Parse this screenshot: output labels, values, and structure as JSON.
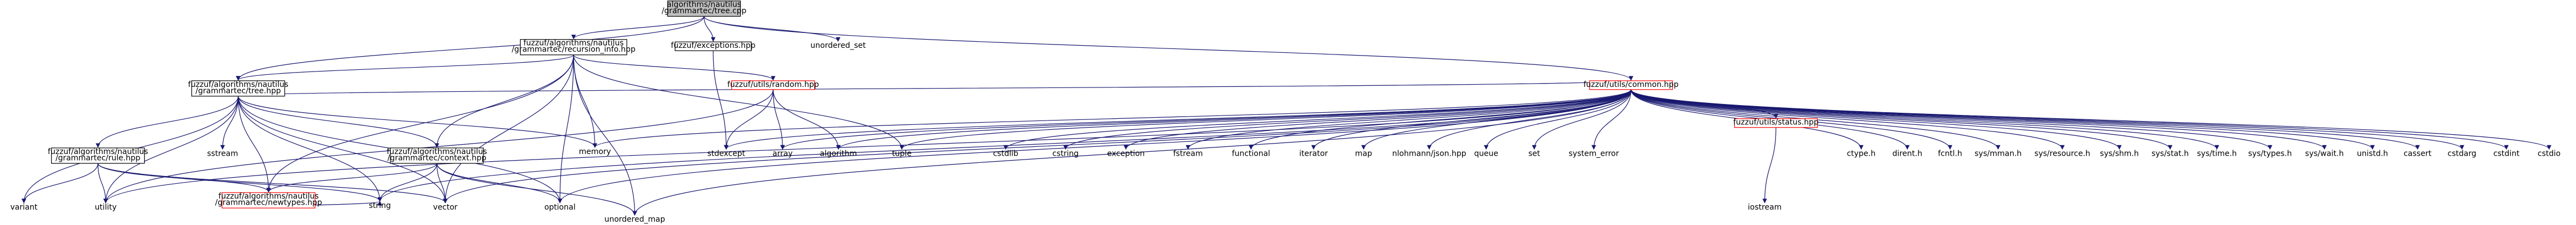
{
  "graph": {
    "nodes": [
      {
        "id": "root",
        "lines": [
          "algorithms/nautilus",
          "/grammartec/tree.cpp"
        ],
        "kind": "root"
      },
      {
        "id": "recursion_info",
        "lines": [
          "fuzzuf/algorithms/nautilus",
          "/grammartec/recursion_info.hpp"
        ],
        "kind": "box"
      },
      {
        "id": "exceptions",
        "lines": [
          "fuzzuf/exceptions.hpp"
        ],
        "kind": "box"
      },
      {
        "id": "unordered_set",
        "lines": [
          "unordered_set"
        ],
        "kind": "plain"
      },
      {
        "id": "tree_hpp",
        "lines": [
          "fuzzuf/algorithms/nautilus",
          "/grammartec/tree.hpp"
        ],
        "kind": "box"
      },
      {
        "id": "random_hpp",
        "lines": [
          "fuzzuf/utils/random.hpp"
        ],
        "kind": "missing"
      },
      {
        "id": "common_hpp",
        "lines": [
          "fuzzuf/utils/common.hpp"
        ],
        "kind": "missing"
      },
      {
        "id": "rule_hpp",
        "lines": [
          "fuzzuf/algorithms/nautilus",
          "/grammartec/rule.hpp"
        ],
        "kind": "box"
      },
      {
        "id": "context_hpp",
        "lines": [
          "fuzzuf/algorithms/nautilus",
          "/grammartec/context.hpp"
        ],
        "kind": "box"
      },
      {
        "id": "newtypes_hpp",
        "lines": [
          "fuzzuf/algorithms/nautilus",
          "/grammartec/newtypes.hpp"
        ],
        "kind": "missing"
      },
      {
        "id": "status_hpp",
        "lines": [
          "fuzzuf/utils/status.hpp"
        ],
        "kind": "missing"
      },
      {
        "id": "variant",
        "lines": [
          "variant"
        ],
        "kind": "plain"
      },
      {
        "id": "utility",
        "lines": [
          "utility"
        ],
        "kind": "plain"
      },
      {
        "id": "sstream",
        "lines": [
          "sstream"
        ],
        "kind": "plain"
      },
      {
        "id": "string",
        "lines": [
          "string"
        ],
        "kind": "plain"
      },
      {
        "id": "vector",
        "lines": [
          "vector"
        ],
        "kind": "plain"
      },
      {
        "id": "optional",
        "lines": [
          "optional"
        ],
        "kind": "plain"
      },
      {
        "id": "unordered_map",
        "lines": [
          "unordered_map"
        ],
        "kind": "plain"
      },
      {
        "id": "memory",
        "lines": [
          "memory"
        ],
        "kind": "plain"
      },
      {
        "id": "stdexcept",
        "lines": [
          "stdexcept"
        ],
        "kind": "plain"
      },
      {
        "id": "array",
        "lines": [
          "array"
        ],
        "kind": "plain"
      },
      {
        "id": "algorithm",
        "lines": [
          "algorithm"
        ],
        "kind": "plain"
      },
      {
        "id": "tuple",
        "lines": [
          "tuple"
        ],
        "kind": "plain"
      },
      {
        "id": "cstdlib",
        "lines": [
          "cstdlib"
        ],
        "kind": "plain"
      },
      {
        "id": "cstring",
        "lines": [
          "cstring"
        ],
        "kind": "plain"
      },
      {
        "id": "exception",
        "lines": [
          "exception"
        ],
        "kind": "plain"
      },
      {
        "id": "fstream",
        "lines": [
          "fstream"
        ],
        "kind": "plain"
      },
      {
        "id": "functional",
        "lines": [
          "functional"
        ],
        "kind": "plain"
      },
      {
        "id": "iterator",
        "lines": [
          "iterator"
        ],
        "kind": "plain"
      },
      {
        "id": "map",
        "lines": [
          "map"
        ],
        "kind": "plain"
      },
      {
        "id": "json_hpp",
        "lines": [
          "nlohmann/json.hpp"
        ],
        "kind": "plain"
      },
      {
        "id": "queue",
        "lines": [
          "queue"
        ],
        "kind": "plain"
      },
      {
        "id": "set",
        "lines": [
          "set"
        ],
        "kind": "plain"
      },
      {
        "id": "system_error",
        "lines": [
          "system_error"
        ],
        "kind": "plain"
      },
      {
        "id": "ctype_h",
        "lines": [
          "ctype.h"
        ],
        "kind": "plain"
      },
      {
        "id": "dirent_h",
        "lines": [
          "dirent.h"
        ],
        "kind": "plain"
      },
      {
        "id": "fcntl_h",
        "lines": [
          "fcntl.h"
        ],
        "kind": "plain"
      },
      {
        "id": "mman_h",
        "lines": [
          "sys/mman.h"
        ],
        "kind": "plain"
      },
      {
        "id": "resource_h",
        "lines": [
          "sys/resource.h"
        ],
        "kind": "plain"
      },
      {
        "id": "shm_h",
        "lines": [
          "sys/shm.h"
        ],
        "kind": "plain"
      },
      {
        "id": "stat_h",
        "lines": [
          "sys/stat.h"
        ],
        "kind": "plain"
      },
      {
        "id": "time_h",
        "lines": [
          "sys/time.h"
        ],
        "kind": "plain"
      },
      {
        "id": "types_h",
        "lines": [
          "sys/types.h"
        ],
        "kind": "plain"
      },
      {
        "id": "wait_h",
        "lines": [
          "sys/wait.h"
        ],
        "kind": "plain"
      },
      {
        "id": "unistd_h",
        "lines": [
          "unistd.h"
        ],
        "kind": "plain"
      },
      {
        "id": "cassert",
        "lines": [
          "cassert"
        ],
        "kind": "plain"
      },
      {
        "id": "cstdarg",
        "lines": [
          "cstdarg"
        ],
        "kind": "plain"
      },
      {
        "id": "cstdint",
        "lines": [
          "cstdint"
        ],
        "kind": "plain"
      },
      {
        "id": "cstdio",
        "lines": [
          "cstdio"
        ],
        "kind": "plain"
      },
      {
        "id": "iostream",
        "lines": [
          "iostream"
        ],
        "kind": "plain"
      }
    ],
    "edges": [
      [
        "root",
        "recursion_info"
      ],
      [
        "root",
        "exceptions"
      ],
      [
        "root",
        "unordered_set"
      ],
      [
        "root",
        "tree_hpp"
      ],
      [
        "root",
        "common_hpp"
      ],
      [
        "recursion_info",
        "tree_hpp"
      ],
      [
        "recursion_info",
        "random_hpp"
      ],
      [
        "recursion_info",
        "context_hpp"
      ],
      [
        "recursion_info",
        "newtypes_hpp"
      ],
      [
        "recursion_info",
        "memory"
      ],
      [
        "recursion_info",
        "tuple"
      ],
      [
        "recursion_info",
        "optional"
      ],
      [
        "recursion_info",
        "unordered_map"
      ],
      [
        "recursion_info",
        "vector"
      ],
      [
        "exceptions",
        "stdexcept"
      ],
      [
        "tree_hpp",
        "rule_hpp"
      ],
      [
        "tree_hpp",
        "context_hpp"
      ],
      [
        "tree_hpp",
        "newtypes_hpp"
      ],
      [
        "tree_hpp",
        "variant"
      ],
      [
        "tree_hpp",
        "utility"
      ],
      [
        "tree_hpp",
        "sstream"
      ],
      [
        "tree_hpp",
        "string"
      ],
      [
        "tree_hpp",
        "vector"
      ],
      [
        "tree_hpp",
        "optional"
      ],
      [
        "tree_hpp",
        "memory"
      ],
      [
        "tree_hpp",
        "common_hpp"
      ],
      [
        "random_hpp",
        "stdexcept"
      ],
      [
        "random_hpp",
        "array"
      ],
      [
        "random_hpp",
        "algorithm"
      ],
      [
        "random_hpp",
        "utility"
      ],
      [
        "rule_hpp",
        "newtypes_hpp"
      ],
      [
        "rule_hpp",
        "variant"
      ],
      [
        "rule_hpp",
        "utility"
      ],
      [
        "rule_hpp",
        "string"
      ],
      [
        "rule_hpp",
        "vector"
      ],
      [
        "context_hpp",
        "newtypes_hpp"
      ],
      [
        "context_hpp",
        "string"
      ],
      [
        "context_hpp",
        "vector"
      ],
      [
        "context_hpp",
        "optional"
      ],
      [
        "context_hpp",
        "unordered_map"
      ],
      [
        "newtypes_hpp",
        "string"
      ],
      [
        "common_hpp",
        "memory"
      ],
      [
        "common_hpp",
        "stdexcept"
      ],
      [
        "common_hpp",
        "array"
      ],
      [
        "common_hpp",
        "algorithm"
      ],
      [
        "common_hpp",
        "tuple"
      ],
      [
        "common_hpp",
        "cstdlib"
      ],
      [
        "common_hpp",
        "cstring"
      ],
      [
        "common_hpp",
        "exception"
      ],
      [
        "common_hpp",
        "fstream"
      ],
      [
        "common_hpp",
        "functional"
      ],
      [
        "common_hpp",
        "iterator"
      ],
      [
        "common_hpp",
        "map"
      ],
      [
        "common_hpp",
        "json_hpp"
      ],
      [
        "common_hpp",
        "queue"
      ],
      [
        "common_hpp",
        "set"
      ],
      [
        "common_hpp",
        "system_error"
      ],
      [
        "common_hpp",
        "status_hpp"
      ],
      [
        "common_hpp",
        "ctype_h"
      ],
      [
        "common_hpp",
        "dirent_h"
      ],
      [
        "common_hpp",
        "fcntl_h"
      ],
      [
        "common_hpp",
        "mman_h"
      ],
      [
        "common_hpp",
        "resource_h"
      ],
      [
        "common_hpp",
        "shm_h"
      ],
      [
        "common_hpp",
        "stat_h"
      ],
      [
        "common_hpp",
        "time_h"
      ],
      [
        "common_hpp",
        "types_h"
      ],
      [
        "common_hpp",
        "wait_h"
      ],
      [
        "common_hpp",
        "unistd_h"
      ],
      [
        "common_hpp",
        "cassert"
      ],
      [
        "common_hpp",
        "cstdarg"
      ],
      [
        "common_hpp",
        "cstdint"
      ],
      [
        "common_hpp",
        "cstdio"
      ],
      [
        "common_hpp",
        "vector"
      ],
      [
        "common_hpp",
        "string"
      ],
      [
        "common_hpp",
        "optional"
      ],
      [
        "common_hpp",
        "unordered_map"
      ],
      [
        "common_hpp",
        "utility"
      ],
      [
        "status_hpp",
        "iostream"
      ]
    ]
  },
  "colors": {
    "edge": "#191970",
    "box_border": "#000000",
    "missing_border": "#ff0000",
    "root_fill": "#bfbfbf",
    "node_fill": "#ffffff",
    "text": "#000000"
  }
}
